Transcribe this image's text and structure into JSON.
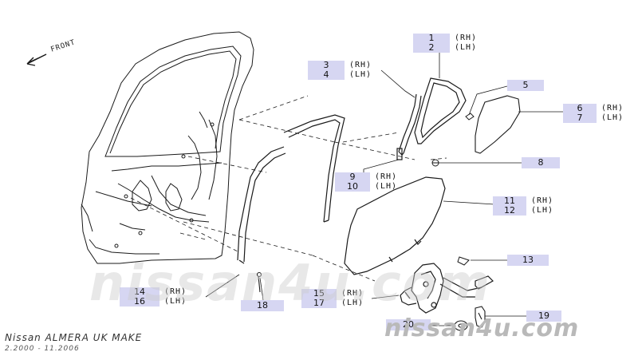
{
  "front_label": "FRONT",
  "callouts": [
    {
      "id": "c1",
      "numbers": [
        "1",
        "2"
      ],
      "sides": [
        "(RH)",
        "(LH)"
      ]
    },
    {
      "id": "c3",
      "numbers": [
        "3",
        "4"
      ],
      "sides": [
        "(RH)",
        "(LH)"
      ]
    },
    {
      "id": "c5",
      "numbers": [
        "5"
      ],
      "sides": []
    },
    {
      "id": "c6",
      "numbers": [
        "6",
        "7"
      ],
      "sides": [
        "(RH)",
        "(LH)"
      ]
    },
    {
      "id": "c8",
      "numbers": [
        "8"
      ],
      "sides": []
    },
    {
      "id": "c9",
      "numbers": [
        "9",
        "10"
      ],
      "sides": [
        "(RH)",
        "(LH)"
      ]
    },
    {
      "id": "c11",
      "numbers": [
        "11",
        "12"
      ],
      "sides": [
        "(RH)",
        "(LH)"
      ]
    },
    {
      "id": "c13",
      "numbers": [
        "13"
      ],
      "sides": []
    },
    {
      "id": "c14",
      "numbers": [
        "14",
        "16"
      ],
      "sides": [
        "(RH)",
        "(LH)"
      ]
    },
    {
      "id": "c15",
      "numbers": [
        "15",
        "17"
      ],
      "sides": [
        "(RH)",
        "(LH)"
      ]
    },
    {
      "id": "c18",
      "numbers": [
        "18"
      ],
      "sides": []
    },
    {
      "id": "c19",
      "numbers": [
        "19"
      ],
      "sides": []
    },
    {
      "id": "c20",
      "numbers": [
        "20"
      ],
      "sides": []
    }
  ],
  "footer": {
    "title": "Nissan ALMERA UK MAKE",
    "dates": "2.2000 - 11.2006"
  },
  "watermark": {
    "big": "nissan4u.com",
    "small": "nissan4u.com"
  },
  "colors": {
    "label_bg": "#d6d6f2",
    "line": "#1a1a1a"
  }
}
